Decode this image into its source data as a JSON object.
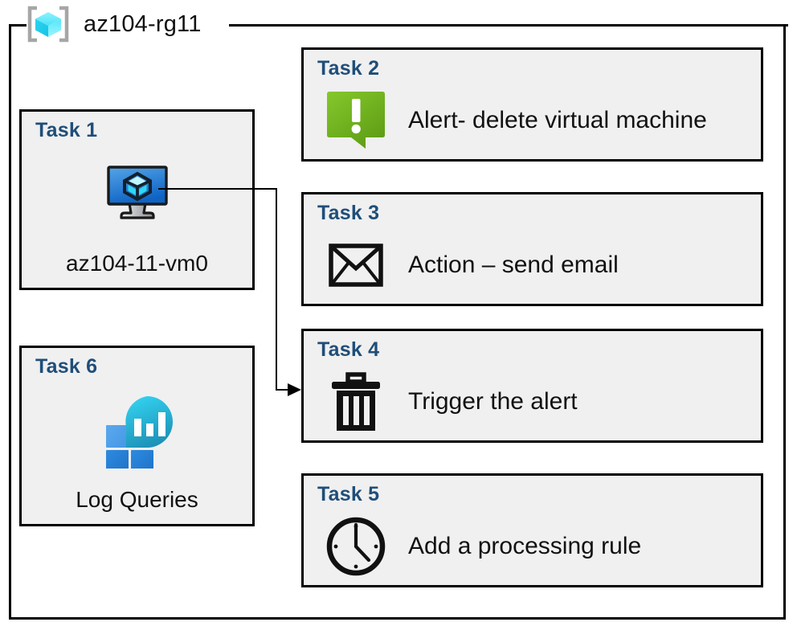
{
  "resource_group": {
    "icon": "resource-group-cube-icon",
    "title": "az104-rg11",
    "frame_border_color": "#000000"
  },
  "colors": {
    "task_label": "#1F4E79",
    "box_fill": "#F0F0F0",
    "box_border": "#000000",
    "alert_green": "#76BC21",
    "vm_blue": "#3A8DDE",
    "log_blue": "#2E8DE1",
    "log_cyan": "#29C5EA"
  },
  "tasks": [
    {
      "id": "task1",
      "label": "Task 1",
      "icon": "virtual-machine-icon",
      "text": "az104-11-vm0",
      "column": "left"
    },
    {
      "id": "task2",
      "label": "Task 2",
      "icon": "alert-exclamation-icon",
      "text": "Alert- delete virtual machine",
      "column": "right"
    },
    {
      "id": "task3",
      "label": "Task 3",
      "icon": "envelope-icon",
      "text": "Action – send email",
      "column": "right"
    },
    {
      "id": "task4",
      "label": "Task 4",
      "icon": "trash-can-icon",
      "text": "Trigger the alert",
      "column": "right"
    },
    {
      "id": "task5",
      "label": "Task 5",
      "icon": "clock-icon",
      "text": "Add a processing rule",
      "column": "right"
    },
    {
      "id": "task6",
      "label": "Task 6",
      "icon": "log-analytics-icon",
      "text": "Log Queries",
      "column": "left"
    }
  ],
  "connector": {
    "from": "task1-vm-icon",
    "to": "task4-box",
    "arrow": "arrow-right"
  }
}
